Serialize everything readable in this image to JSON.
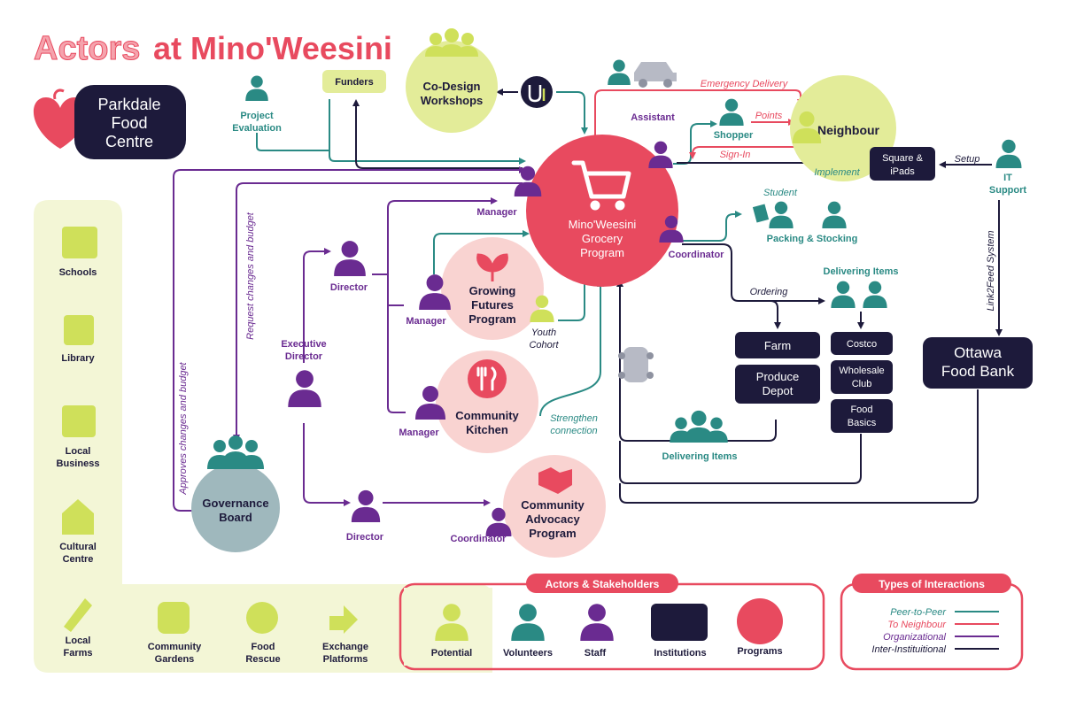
{
  "title": {
    "part1": "Actors",
    "part2": "at Mino'Weesini"
  },
  "colors": {
    "teal": "#2a8a84",
    "purple": "#6a2b91",
    "navy": "#1d1a3b",
    "red": "#e84a5f",
    "pink": "#f9d3d1",
    "lime": "#cfe05a",
    "paleLime": "#f3f6d6",
    "slate": "#9fb8bd",
    "gray": "#b7bac5"
  },
  "org": {
    "line1": "Parkdale",
    "line2": "Food",
    "line3": "Centre"
  },
  "programs": {
    "main": {
      "line1": "Mino'Weesini",
      "line2": "Grocery",
      "line3": "Program"
    },
    "growing": {
      "line1": "Growing",
      "line2": "Futures",
      "line3": "Program"
    },
    "kitchen": {
      "line1": "Community",
      "line2": "Kitchen"
    },
    "advocacy": {
      "line1": "Community",
      "line2": "Advocacy",
      "line3": "Program"
    },
    "codesign": {
      "line1": "Co-Design",
      "line2": "Workshops"
    },
    "neighbour": "Neighbour",
    "governance": {
      "line1": "Governance",
      "line2": "Board"
    }
  },
  "institutions": {
    "funders": "Funders",
    "square": {
      "line1": "Square &",
      "line2": "iPads"
    },
    "ofb": {
      "line1": "Ottawa",
      "line2": "Food Bank"
    },
    "farm": "Farm",
    "produce": {
      "line1": "Produce",
      "line2": "Depot"
    },
    "costco": "Costco",
    "wholesale": {
      "line1": "Wholesale",
      "line2": "Club"
    },
    "basics": {
      "line1": "Food",
      "line2": "Basics"
    }
  },
  "labels": {
    "projectEval": {
      "line1": "Project",
      "line2": "Evaluation"
    },
    "assistant": "Assistant",
    "shopper": "Shopper",
    "manager": "Manager",
    "director": "Director",
    "execDir": {
      "line1": "Executive",
      "line2": "Director"
    },
    "coordinator": "Coordinator",
    "itSupport": {
      "line1": "IT",
      "line2": "Support"
    },
    "student": "Student",
    "packing": "Packing & Stocking",
    "delivering": "Delivering Items",
    "youth": {
      "line1": "Youth",
      "line2": "Cohort"
    },
    "emergency": "Emergency Delivery",
    "points": "Points",
    "signin": "Sign-In",
    "implement": "Implement",
    "setup": "Setup",
    "ordering": "Ordering",
    "link2feed": "Link2Feed System",
    "strengthen": {
      "line1": "Strengthen",
      "line2": "connection"
    },
    "approves": "Approves changes and budget",
    "request": "Request changes and budget"
  },
  "potential": {
    "schools": "Schools",
    "library": "Library",
    "localBusiness": {
      "line1": "Local",
      "line2": "Business"
    },
    "cultural": {
      "line1": "Cultural",
      "line2": "Centre"
    },
    "farms": {
      "line1": "Local",
      "line2": "Farms"
    },
    "gardens": {
      "line1": "Community",
      "line2": "Gardens"
    },
    "rescue": {
      "line1": "Food",
      "line2": "Rescue"
    },
    "exchange": {
      "line1": "Exchange",
      "line2": "Platforms"
    }
  },
  "legend": {
    "actorsTitle": "Actors & Stakeholders",
    "potential": "Potential",
    "volunteers": "Volunteers",
    "staff": "Staff",
    "institutions": "Institutions",
    "programs": "Programs",
    "typesTitle": "Types of Interactions",
    "peer": "Peer-to-Peer",
    "toNeighbour": "To Neighbour",
    "organizational": "Organizational",
    "interInst": "Inter-Instituitional"
  }
}
